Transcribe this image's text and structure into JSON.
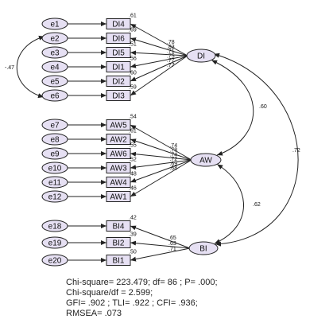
{
  "errors": [
    "e1",
    "e2",
    "e3",
    "e4",
    "e5",
    "e6",
    "e7",
    "e8",
    "e9",
    "e10",
    "e11",
    "e12",
    "e18",
    "e19",
    "e20"
  ],
  "indicators": [
    "DI4",
    "DI6",
    "DI5",
    "DI1",
    "DI2",
    "DI3",
    "AW5",
    "AW2",
    "AW6",
    "AW3",
    "AW4",
    "AW1",
    "BI4",
    "BI2",
    "BI1"
  ],
  "latents": [
    "DI",
    "AW",
    "BI"
  ],
  "loadings": [
    ".78",
    ".83",
    ".71",
    ".75",
    ".77",
    ".77",
    ".74",
    ".78",
    ".74",
    ".72",
    ".69",
    ".68",
    ".65",
    ".63",
    ".71"
  ],
  "r_squared": [
    ".61",
    ".69",
    ".51",
    ".56",
    ".60",
    ".59",
    ".54",
    ".61",
    ".55",
    ".52",
    ".48",
    ".46",
    ".42",
    ".39",
    ".50"
  ],
  "covariances": {
    "di_aw": ".60",
    "di_bi": ".72",
    "aw_bi": ".62",
    "e2_e6": "-.47"
  },
  "fit_statistics": {
    "line1": "Chi-square= 223.479; df= 86 ; P= .000;",
    "line2": "Chi-square/df = 2.599;",
    "line3": "GFI= .902 ; TLI= .922 ; CFI= .936;",
    "line4": "RMSEA= .073"
  }
}
